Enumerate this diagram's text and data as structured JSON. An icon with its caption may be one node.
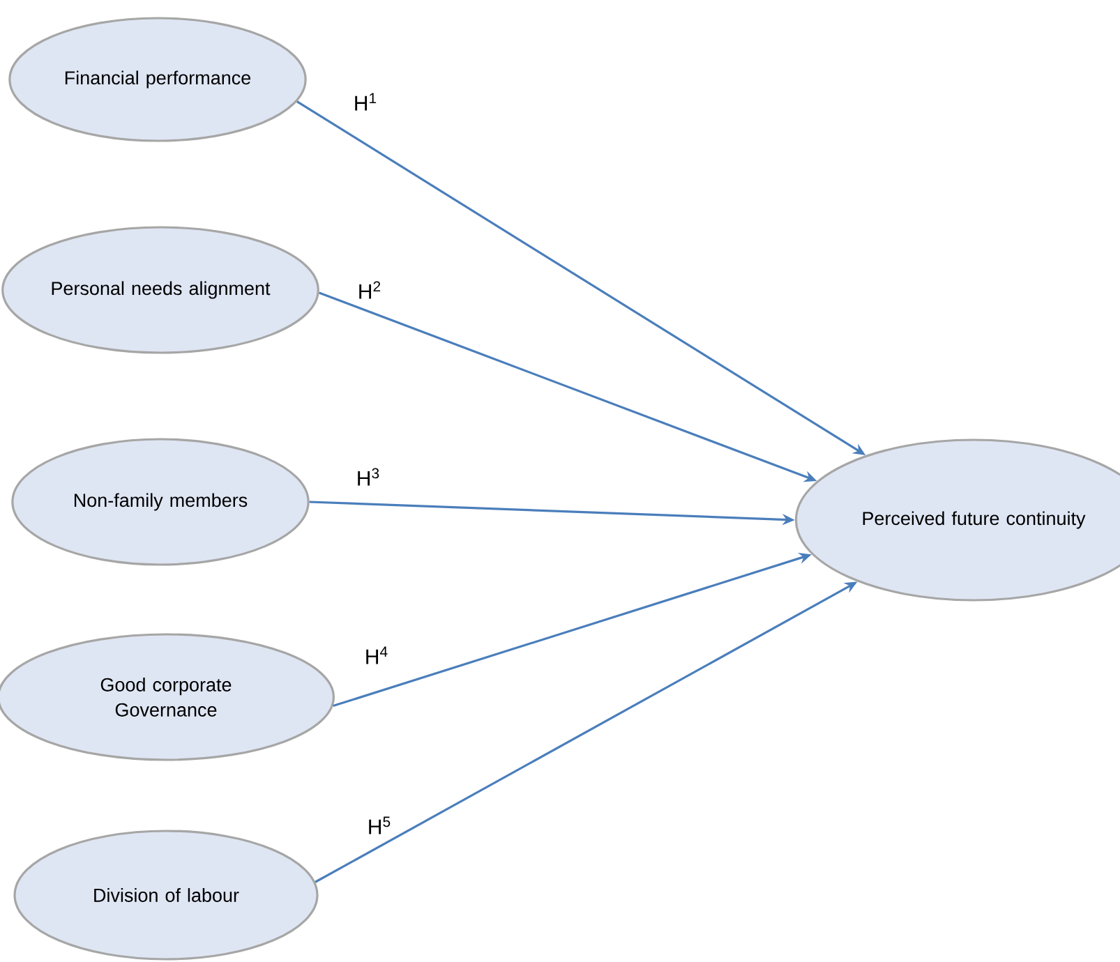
{
  "diagram": {
    "nodes": [
      {
        "text": [
          "Financial performance"
        ]
      },
      {
        "text": [
          "Personal needs alignment"
        ]
      },
      {
        "text": [
          "Non-family members"
        ]
      },
      {
        "text": [
          "Good corporate Governance"
        ]
      },
      {
        "text": [
          "Division of labour"
        ]
      },
      {
        "text": [
          "Perceived future continuity"
        ]
      }
    ],
    "edges": [
      {
        "from": 0,
        "to": 5,
        "arrow": "to",
        "label": "H$^{1}$"
      },
      {
        "from": 1,
        "to": 5,
        "arrow": "to",
        "label": "H$^{2}$"
      },
      {
        "from": 2,
        "to": 5,
        "arrow": "to",
        "label": "H$^{3}$"
      },
      {
        "from": 3,
        "to": 5,
        "arrow": "to",
        "label": "H$^{4}$"
      },
      {
        "from": 4,
        "to": 5,
        "arrow": "to",
        "label": "H$^{5}$"
      }
    ]
  }
}
